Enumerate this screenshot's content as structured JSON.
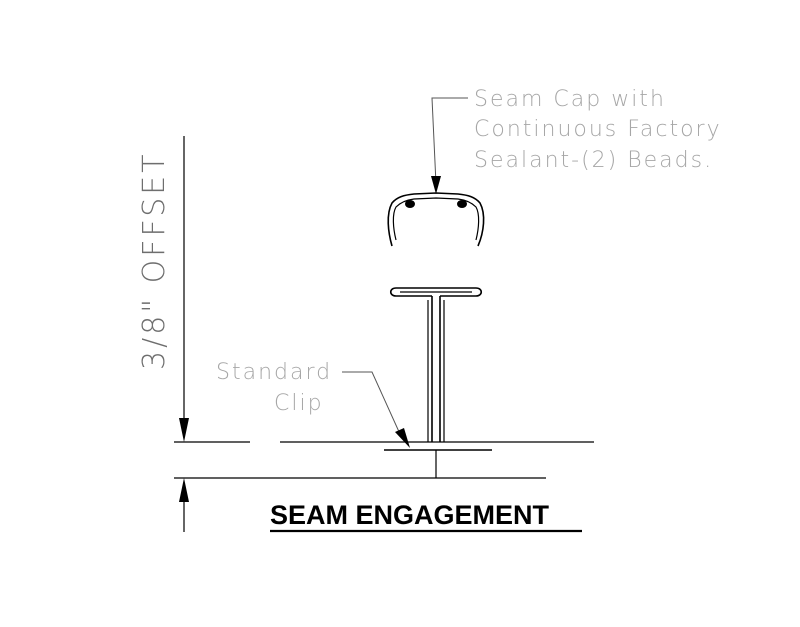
{
  "title": "SEAM ENGAGEMENT",
  "dimension_label": "3/8\" OFFSET",
  "callouts": {
    "seam_cap": [
      "Seam Cap with",
      "Continuous Factory",
      "Sealant-(2) Beads."
    ],
    "standard_clip": [
      "Standard",
      "Clip"
    ]
  },
  "colors": {
    "line": "#000000",
    "callout_text": "#a6a6a6",
    "dimension_text": "#6e6e6e",
    "background": "#ffffff"
  }
}
